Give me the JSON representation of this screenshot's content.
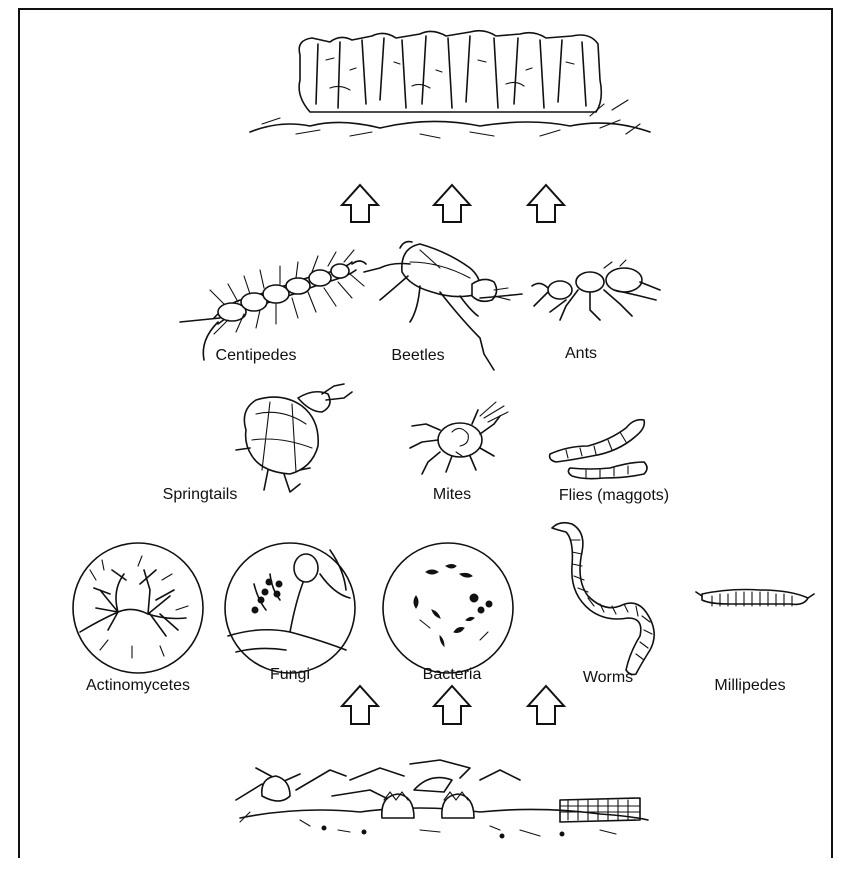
{
  "labels": {
    "centipedes": "Centipedes",
    "beetles": "Beetles",
    "ants": "Ants",
    "springtails": "Springtails",
    "mites": "Mites",
    "flies": "Flies (maggots)",
    "actinomycetes": "Actinomycetes",
    "fungi": "Fungi",
    "bacteria": "Bacteria",
    "worms": "Worms",
    "millipedes": "Millipedes"
  },
  "colors": {
    "ink": "#111111",
    "paper": "#ffffff"
  }
}
